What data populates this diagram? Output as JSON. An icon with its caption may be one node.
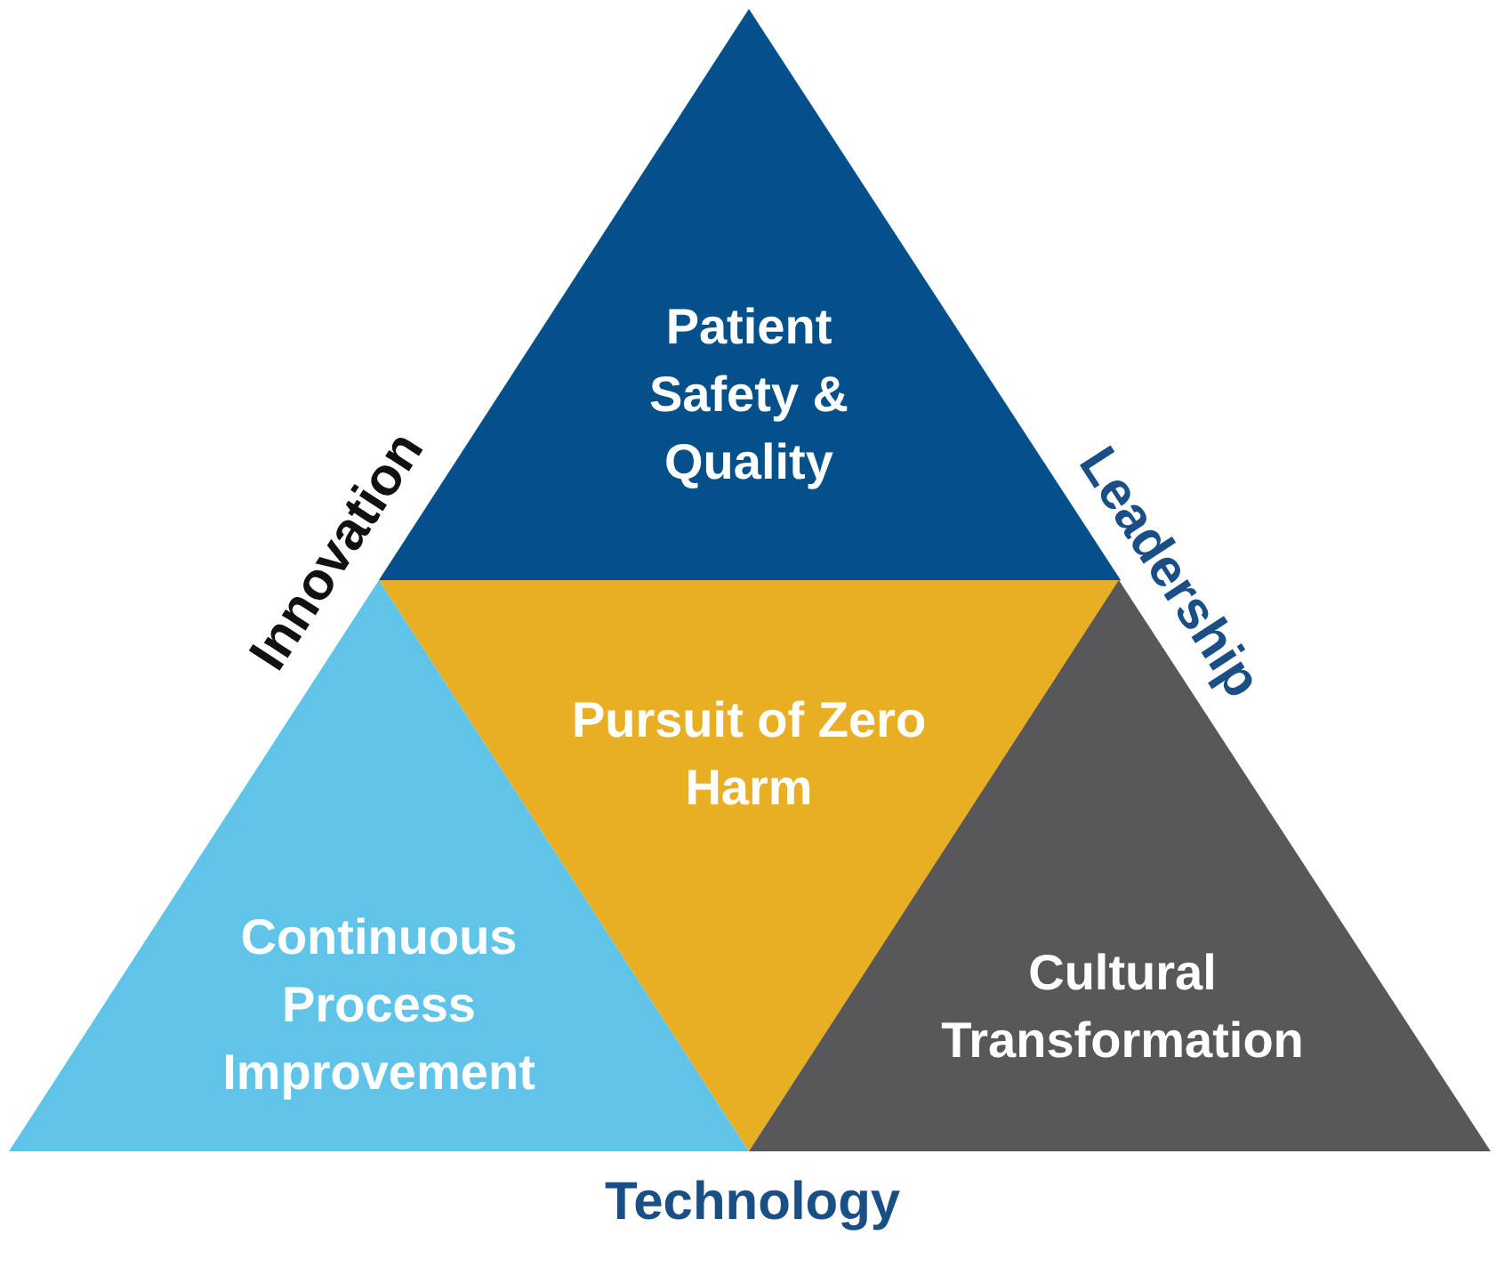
{
  "diagram": {
    "nodes": [
      {
        "text": [
          "Patient Safety & Quality"
        ]
      },
      {
        "text": [
          "Pursuit of Zero Harm"
        ]
      },
      {
        "text": [
          "Continuous Process Improvement"
        ]
      },
      {
        "text": [
          "Cultural Transformation"
        ]
      }
    ],
    "labels": [
      "Innovation",
      "Leadership",
      "Technology"
    ]
  }
}
